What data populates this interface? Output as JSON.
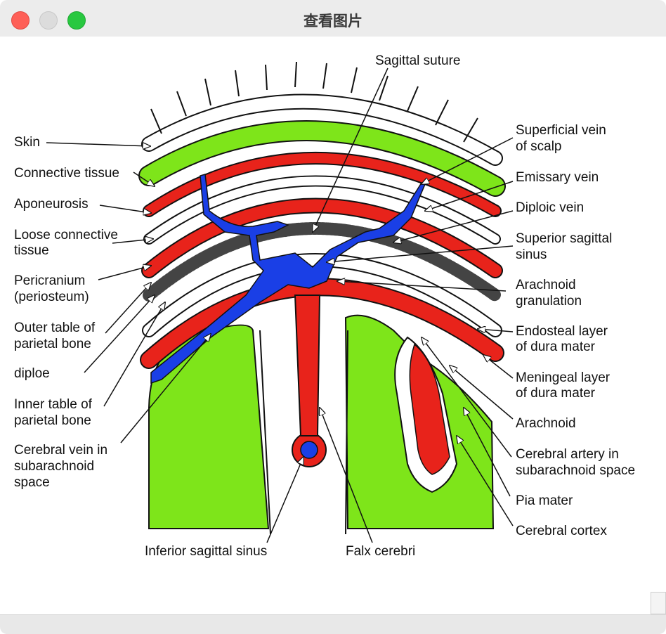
{
  "window": {
    "title": "查看图片"
  },
  "labels_left": {
    "skin": "Skin",
    "connective_tissue": "Connective tissue",
    "aponeurosis": "Aponeurosis",
    "loose_connective_1": "Loose connective",
    "loose_connective_2": "tissue",
    "pericranium_1": "Pericranium",
    "pericranium_2": "(periosteum)",
    "outer_table_1": "Outer table of",
    "outer_table_2": "parietal bone",
    "diploe": "diploe",
    "inner_table_1": "Inner table of",
    "inner_table_2": "parietal bone",
    "cerebral_vein_1": "Cerebral vein in",
    "cerebral_vein_2": "subarachnoid",
    "cerebral_vein_3": "space"
  },
  "labels_right": {
    "superficial_vein_1": "Superficial vein",
    "superficial_vein_2": "of scalp",
    "emissary_vein": "Emissary vein",
    "diploic_vein": "Diploic vein",
    "superior_sinus_1": "Superior sagittal",
    "superior_sinus_2": "sinus",
    "arachnoid_gran_1": "Arachnoid",
    "arachnoid_gran_2": "granulation",
    "endosteal_1": "Endosteal layer",
    "endosteal_2": "of dura mater",
    "meningeal_1": "Meningeal layer",
    "meningeal_2": "of dura mater",
    "arachnoid": "Arachnoid",
    "cerebral_artery_1": "Cerebral artery in",
    "cerebral_artery_2": "subarachnoid space",
    "pia_mater": "Pia mater",
    "cerebral_cortex": "Cerebral cortex"
  },
  "labels_center": {
    "sagittal_suture": "Sagittal suture",
    "inferior_sinus": "Inferior sagittal sinus",
    "falx_cerebri": "Falx cerebri"
  },
  "colors": {
    "cortex_green": "#7ee51a",
    "artery_red": "#e8231b",
    "vein_blue": "#1a3fe6",
    "outline": "#111111"
  }
}
